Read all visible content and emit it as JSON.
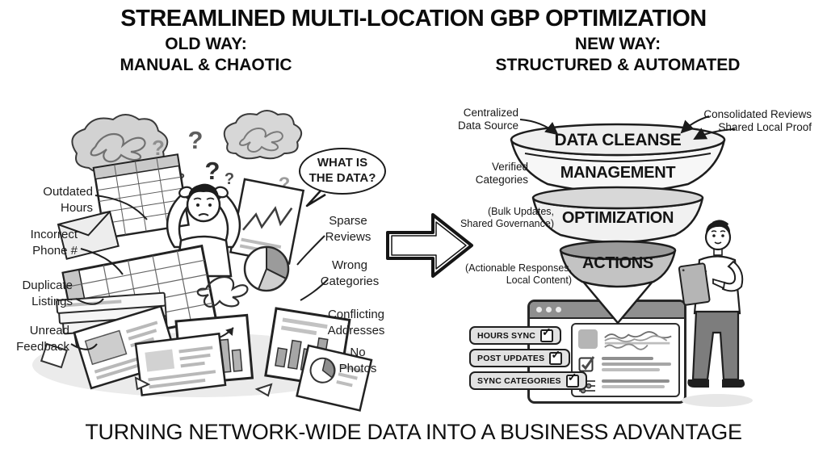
{
  "header": {
    "title": "STREAMLINED MULTI-LOCATION GBP OPTIMIZATION",
    "old_way_label": "OLD WAY:",
    "old_way_sub": "MANUAL & CHAOTIC",
    "new_way_label": "NEW WAY:",
    "new_way_sub": "STRUCTURED & AUTOMATED"
  },
  "old_way": {
    "bubble_line1": "WHAT IS",
    "bubble_line2": "THE DATA?",
    "problems": [
      {
        "label": "Outdated Hours"
      },
      {
        "label": "Incorrect Phone #"
      },
      {
        "label": "Duplicate Listings"
      },
      {
        "label": "Unread Feedback"
      },
      {
        "label": "Sparse Reviews"
      },
      {
        "label": "Wrong Categories"
      },
      {
        "label": "Conflicting Addresses"
      },
      {
        "label": "No Photos"
      }
    ]
  },
  "new_way": {
    "funnel_stages": [
      {
        "label": "DATA CLEANSE"
      },
      {
        "label": "MANAGEMENT"
      },
      {
        "label": "OPTIMIZATION"
      },
      {
        "label": "ACTIONS"
      }
    ],
    "annotations": [
      {
        "label": "Centralized Data Source"
      },
      {
        "label": "Consolidated Reviews"
      },
      {
        "label": "Shared Local Proof"
      },
      {
        "label": "Verified Categories"
      },
      {
        "label": "(Bulk Updates, Shared Governance)"
      },
      {
        "label": "(Actionable Responses, Local Content)"
      }
    ],
    "dashboard_chips": [
      {
        "label": "HOURS SYNC",
        "checked": true
      },
      {
        "label": "POST UPDATES",
        "checked": true
      },
      {
        "label": "SYNC CATEGORIES",
        "checked": true
      }
    ]
  },
  "footer": {
    "caption": "TURNING NETWORK-WIDE DATA INTO A BUSINESS ADVANTAGE"
  },
  "icons": {
    "question": "?",
    "check": "✓"
  },
  "colors": {
    "ink": "#1a1a1a",
    "cloud_gray": "#d2d2d2",
    "funnel_dark_tier": "#9b9b9b",
    "actions_body": "#c3c3c3",
    "browser_bar": "#8f8f8f",
    "chip_bg": "#e2e2e2"
  }
}
